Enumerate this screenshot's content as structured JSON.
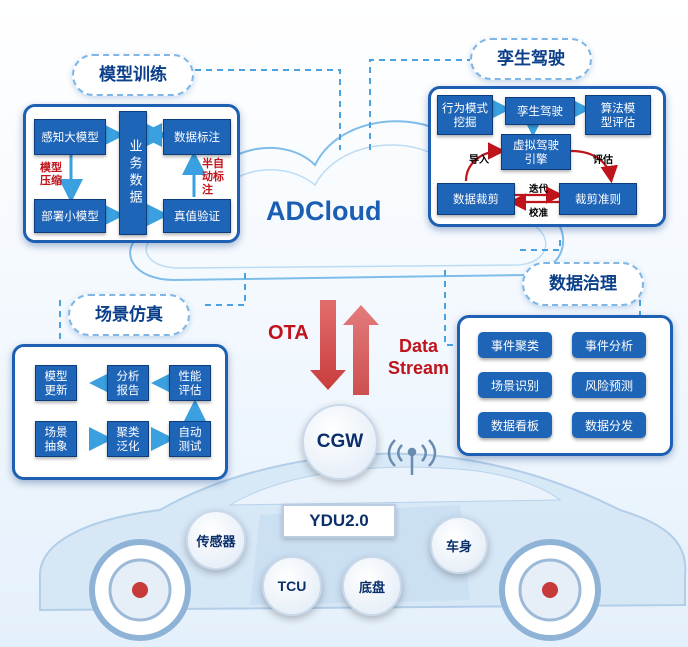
{
  "center": {
    "title": "ADCloud"
  },
  "model_training": {
    "title": "模型训练",
    "boxes": {
      "perception": "感知大模型",
      "business": "业务数据",
      "label": "数据标注",
      "deploy": "部署小模型",
      "verify": "真值验证"
    },
    "notes": {
      "compress": "模型压缩",
      "semi": "半自动标注"
    }
  },
  "twin_driving": {
    "title": "孪生驾驶",
    "boxes": {
      "behavior": "行为模式挖掘",
      "twin": "孪生驾驶",
      "algo": "算法模型评估",
      "virtual": "虚拟驾驶引擎",
      "clip": "数据裁剪",
      "criteria": "裁剪准则"
    },
    "notes": {
      "import": "导入",
      "evaluate": "评估",
      "iterate": "迭代",
      "calibrate": "校准"
    }
  },
  "governance": {
    "title": "数据治理",
    "items": [
      "事件聚类",
      "事件分析",
      "场景识别",
      "风险预测",
      "数据看板",
      "数据分发"
    ]
  },
  "simulation": {
    "title": "场景仿真",
    "boxes": {
      "update": "模型更新",
      "report": "分析报告",
      "perf": "性能评估",
      "abstract": "场景抽象",
      "cluster": "聚类泛化",
      "autotest": "自动测试"
    }
  },
  "link": {
    "ota": "OTA",
    "data_stream_1": "Data",
    "data_stream_2": "Stream"
  },
  "vehicle": {
    "gateway": "CGW",
    "domain": "YDU2.0",
    "sensor": "传感器",
    "tcu": "TCU",
    "chassis": "底盘",
    "body": "车身"
  },
  "colors": {
    "primary": "#1e64b7",
    "accent_red": "#c0141c",
    "title_blue": "#0b3f8a"
  }
}
